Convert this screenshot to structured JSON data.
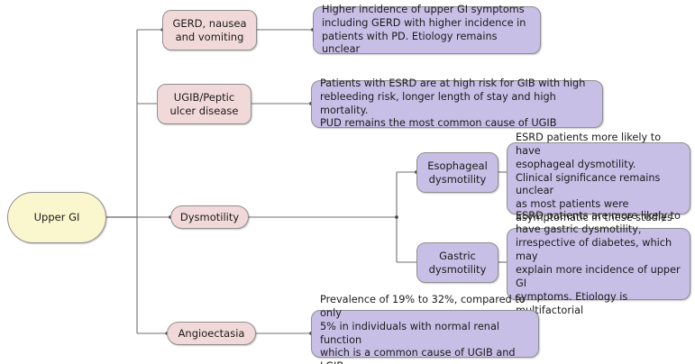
{
  "diagram": {
    "type": "mind-map",
    "title": "Upper GI",
    "colors": {
      "root_fill": "#faf6cd",
      "topic_fill": "#f2d9d9",
      "detail_fill": "#c8bfe7",
      "stroke": "#8f8f8f",
      "text": "#1a1a1a",
      "background": "#ffffff"
    },
    "root": {
      "label": "Upper GI"
    },
    "branches": [
      {
        "id": "gerd",
        "label": "GERD, nausea\nand vomiting",
        "detail": "Higher incidence of upper GI symptoms\nincluding GERD with higher incidence in\npatients with PD. Etiology remains unclear"
      },
      {
        "id": "ugib",
        "label": "UGIB/Peptic\nulcer disease",
        "detail": "Patients with ESRD are at high risk for GIB with high\nrebleeding risk, longer length of stay and high mortality.\nPUD remains the most common cause of UGIB"
      },
      {
        "id": "dysmotility",
        "label": "Dysmotility",
        "children": [
          {
            "id": "esophageal",
            "label": "Esophageal\ndysmotility",
            "detail": "ESRD patients more likely to have\nesophageal dysmotility.\nClinical significance remains unclear\nas most patients were\nasymptomatic in these studies"
          },
          {
            "id": "gastric",
            "label": "Gastric\ndysmotility",
            "detail": "ESRD patients are more likely to\nhave gastric dysmotility,\nirrespective of diabetes, which may\nexplain more incidence of upper GI\nsymptoms. Etiology is multifactorial"
          }
        ]
      },
      {
        "id": "angioectasia",
        "label": "Angioectasia",
        "detail": "Prevalence of 19% to 32%, compared to only\n5% in individuals with normal renal function\nwhich is a common cause of UGIB and LGIB"
      }
    ]
  }
}
